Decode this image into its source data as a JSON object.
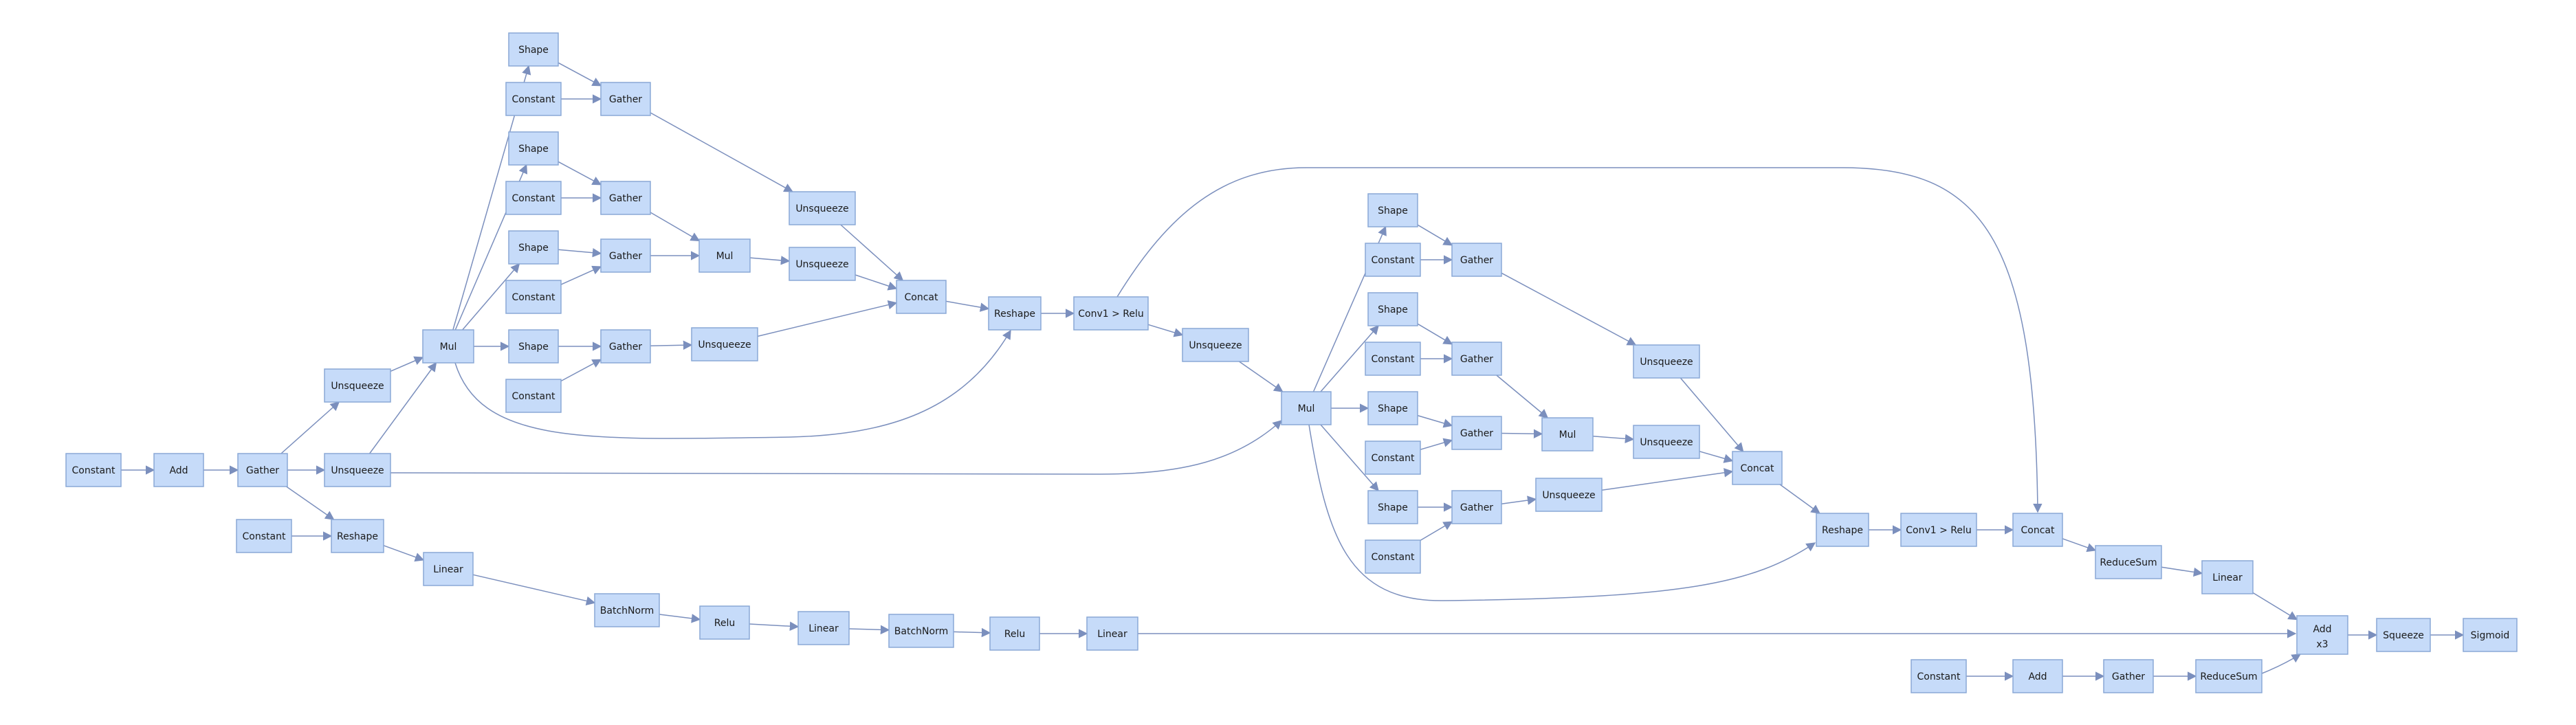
{
  "colors": {
    "node_fill": "#c6dbf9",
    "node_stroke": "#8aa8d6",
    "edge": "#7b8fbd",
    "text": "#1a1a1a",
    "background": "#ffffff"
  },
  "nodes": [
    {
      "id": "n1",
      "label": "Constant"
    },
    {
      "id": "n2",
      "label": "Add"
    },
    {
      "id": "n3",
      "label": "Gather"
    },
    {
      "id": "n4",
      "label": "Unsqueeze"
    },
    {
      "id": "n5",
      "label": "Unsqueeze"
    },
    {
      "id": "n6",
      "label": "Constant"
    },
    {
      "id": "n7",
      "label": "Reshape"
    },
    {
      "id": "n8",
      "label": "Mul"
    },
    {
      "id": "n9",
      "label": "Shape"
    },
    {
      "id": "n10",
      "label": "Constant"
    },
    {
      "id": "n11",
      "label": "Gather"
    },
    {
      "id": "n12",
      "label": "Shape"
    },
    {
      "id": "n13",
      "label": "Constant"
    },
    {
      "id": "n14",
      "label": "Gather"
    },
    {
      "id": "n15",
      "label": "Shape"
    },
    {
      "id": "n16",
      "label": "Constant"
    },
    {
      "id": "n17",
      "label": "Gather"
    },
    {
      "id": "n18",
      "label": "Shape"
    },
    {
      "id": "n19",
      "label": "Constant"
    },
    {
      "id": "n20",
      "label": "Gather"
    },
    {
      "id": "n21",
      "label": "Unsqueeze"
    },
    {
      "id": "n22",
      "label": "Mul"
    },
    {
      "id": "n23",
      "label": "Unsqueeze"
    },
    {
      "id": "n24",
      "label": "Unsqueeze"
    },
    {
      "id": "n25",
      "label": "Concat"
    },
    {
      "id": "n26",
      "label": "Reshape"
    },
    {
      "id": "n27",
      "label": "Conv1 > Relu"
    },
    {
      "id": "n28",
      "label": "Unsqueeze"
    },
    {
      "id": "n29",
      "label": "Mul"
    },
    {
      "id": "n30",
      "label": "Shape"
    },
    {
      "id": "n31",
      "label": "Constant"
    },
    {
      "id": "n32",
      "label": "Gather"
    },
    {
      "id": "n33",
      "label": "Shape"
    },
    {
      "id": "n34",
      "label": "Constant"
    },
    {
      "id": "n35",
      "label": "Gather"
    },
    {
      "id": "n36",
      "label": "Shape"
    },
    {
      "id": "n37",
      "label": "Constant"
    },
    {
      "id": "n38",
      "label": "Gather"
    },
    {
      "id": "n39",
      "label": "Shape"
    },
    {
      "id": "n40",
      "label": "Constant"
    },
    {
      "id": "n41",
      "label": "Gather"
    },
    {
      "id": "n42",
      "label": "Unsqueeze"
    },
    {
      "id": "n43",
      "label": "Mul"
    },
    {
      "id": "n44",
      "label": "Unsqueeze"
    },
    {
      "id": "n45",
      "label": "Unsqueeze"
    },
    {
      "id": "n46",
      "label": "Concat"
    },
    {
      "id": "n47",
      "label": "Reshape"
    },
    {
      "id": "n48",
      "label": "Conv1 > Relu"
    },
    {
      "id": "n49",
      "label": "Concat"
    },
    {
      "id": "n50",
      "label": "ReduceSum"
    },
    {
      "id": "n51",
      "label": "Linear"
    },
    {
      "id": "n52",
      "label": "Linear"
    },
    {
      "id": "n53",
      "label": "BatchNorm"
    },
    {
      "id": "n54",
      "label": "Relu"
    },
    {
      "id": "n55",
      "label": "Linear"
    },
    {
      "id": "n56",
      "label": "BatchNorm"
    },
    {
      "id": "n57",
      "label": "Relu"
    },
    {
      "id": "n58",
      "label": "Linear"
    },
    {
      "id": "n59",
      "label": "Add",
      "sublabel": "x3"
    },
    {
      "id": "n60",
      "label": "Squeeze"
    },
    {
      "id": "n61",
      "label": "Sigmoid"
    },
    {
      "id": "n62",
      "label": "Constant"
    },
    {
      "id": "n63",
      "label": "Add"
    },
    {
      "id": "n64",
      "label": "Gather"
    },
    {
      "id": "n65",
      "label": "ReduceSum"
    }
  ],
  "edges": [
    [
      "n1",
      "n2"
    ],
    [
      "n2",
      "n3"
    ],
    [
      "n3",
      "n4"
    ],
    [
      "n3",
      "n5"
    ],
    [
      "n3",
      "n7"
    ],
    [
      "n6",
      "n7"
    ],
    [
      "n4",
      "n8"
    ],
    [
      "n5",
      "n8"
    ],
    [
      "n8",
      "n9"
    ],
    [
      "n8",
      "n12"
    ],
    [
      "n8",
      "n15"
    ],
    [
      "n8",
      "n18"
    ],
    [
      "n8",
      "n26"
    ],
    [
      "n9",
      "n11"
    ],
    [
      "n10",
      "n11"
    ],
    [
      "n12",
      "n14"
    ],
    [
      "n13",
      "n14"
    ],
    [
      "n15",
      "n17"
    ],
    [
      "n16",
      "n17"
    ],
    [
      "n18",
      "n20"
    ],
    [
      "n19",
      "n20"
    ],
    [
      "n11",
      "n21"
    ],
    [
      "n14",
      "n22"
    ],
    [
      "n17",
      "n22"
    ],
    [
      "n22",
      "n23"
    ],
    [
      "n20",
      "n24"
    ],
    [
      "n21",
      "n25"
    ],
    [
      "n23",
      "n25"
    ],
    [
      "n24",
      "n25"
    ],
    [
      "n25",
      "n26"
    ],
    [
      "n26",
      "n27"
    ],
    [
      "n27",
      "n28"
    ],
    [
      "n27",
      "n49"
    ],
    [
      "n28",
      "n29"
    ],
    [
      "n5",
      "n29"
    ],
    [
      "n29",
      "n30"
    ],
    [
      "n29",
      "n33"
    ],
    [
      "n29",
      "n36"
    ],
    [
      "n29",
      "n39"
    ],
    [
      "n29",
      "n47"
    ],
    [
      "n30",
      "n32"
    ],
    [
      "n31",
      "n32"
    ],
    [
      "n33",
      "n35"
    ],
    [
      "n34",
      "n35"
    ],
    [
      "n36",
      "n38"
    ],
    [
      "n37",
      "n38"
    ],
    [
      "n39",
      "n41"
    ],
    [
      "n40",
      "n41"
    ],
    [
      "n32",
      "n42"
    ],
    [
      "n35",
      "n43"
    ],
    [
      "n38",
      "n43"
    ],
    [
      "n43",
      "n44"
    ],
    [
      "n41",
      "n45"
    ],
    [
      "n42",
      "n46"
    ],
    [
      "n44",
      "n46"
    ],
    [
      "n45",
      "n46"
    ],
    [
      "n46",
      "n47"
    ],
    [
      "n47",
      "n48"
    ],
    [
      "n48",
      "n49"
    ],
    [
      "n49",
      "n50"
    ],
    [
      "n50",
      "n51"
    ],
    [
      "n51",
      "n59"
    ],
    [
      "n7",
      "n52"
    ],
    [
      "n52",
      "n53"
    ],
    [
      "n53",
      "n54"
    ],
    [
      "n54",
      "n55"
    ],
    [
      "n55",
      "n56"
    ],
    [
      "n56",
      "n57"
    ],
    [
      "n57",
      "n58"
    ],
    [
      "n58",
      "n59"
    ],
    [
      "n62",
      "n63"
    ],
    [
      "n63",
      "n64"
    ],
    [
      "n64",
      "n65"
    ],
    [
      "n65",
      "n59"
    ],
    [
      "n59",
      "n60"
    ],
    [
      "n60",
      "n61"
    ]
  ]
}
